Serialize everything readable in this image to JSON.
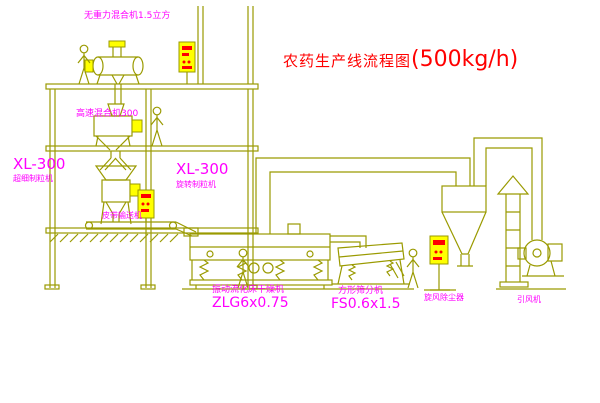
{
  "colors": {
    "bg": "#ffffff",
    "line": "#9a9a00",
    "yellow": "#ffff00",
    "red": "#ff0000",
    "label": "#ff00ff",
    "title": "#ff0000"
  },
  "title": {
    "text": "农药生产线流程图",
    "capacity": "(500kg/h)"
  },
  "labels": {
    "gravity_mixer": "无重力混合机1.5立方",
    "high_speed_mixer": "高速混合机300",
    "granulator_left": {
      "model": "XL-300",
      "name": "超细制粒机"
    },
    "granulator_right": {
      "model": "XL-300",
      "name": "旋转制粒机"
    },
    "belt_conveyor": "皮带输送机",
    "fluid_bed_dryer": {
      "name": "振动流化床干燥机",
      "model": "ZLG6x0.75"
    },
    "square_sieve": {
      "name": "方形筛分机",
      "model": "FS0.6x1.5"
    },
    "cyclone": "旋风除尘器",
    "fan": "引风机"
  }
}
